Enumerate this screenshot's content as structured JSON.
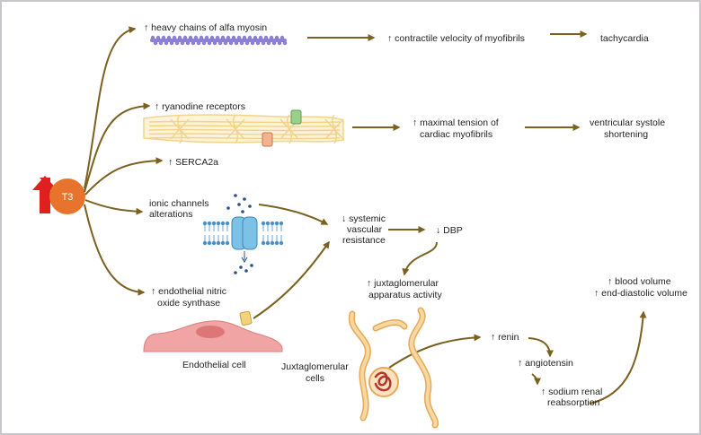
{
  "t3": {
    "label": "T3"
  },
  "labels": {
    "myosin": "↑ heavy chains of alfa myosin",
    "contractile": "↑ contractile velocity of myofibrils",
    "tachycardia": "tachycardia",
    "ryanodine": "↑ ryanodine receptors",
    "tension_1": "↑ maximal tension of",
    "tension_2": "cardiac myofibrils",
    "systole_1": "ventricular systole",
    "systole_2": "shortening",
    "serca": "↑ SERCA2a",
    "ionic_1": "ionic channels",
    "ionic_2": "alterations",
    "svr_1": "↓ systemic",
    "svr_2": "vascular",
    "svr_3": "resistance",
    "dbp": "↓ DBP",
    "juxta_activity_1": "↑ juxtaglomerular",
    "juxta_activity_2": "apparatus activity",
    "enos_1": "↑ endothelial nitric",
    "enos_2": "oxide synthase",
    "endothelial_cell": "Endothelial cell",
    "juxta_cells_1": "Juxtaglomerular",
    "juxta_cells_2": "cells",
    "renin": "↑ renin",
    "angiotensin": "↑ angiotensin",
    "sodium_1": "↑ sodium renal",
    "sodium_2": "reabsorption",
    "blood_volume": "↑ blood volume",
    "edv": "↑ end-diastolic volume"
  },
  "colors": {
    "arrow": "#7a6120",
    "t3_circle": "#e8732c",
    "up_arrow": "#e0201e",
    "myosin": "#8c7fd6",
    "myofibril": "#f2d38a",
    "ryr": "#9bcf8c",
    "serca_box": "#f3b38f",
    "membrane": "#4a8fc7",
    "channel": "#7cc1e6",
    "ion": "#2c4f86",
    "endo_cell": "#f0a4a4",
    "endo_nucleus": "#dd7777",
    "enos_box": "#f2d37a",
    "tubule": "#f0c27a",
    "glomerulus": "#b5352c"
  }
}
